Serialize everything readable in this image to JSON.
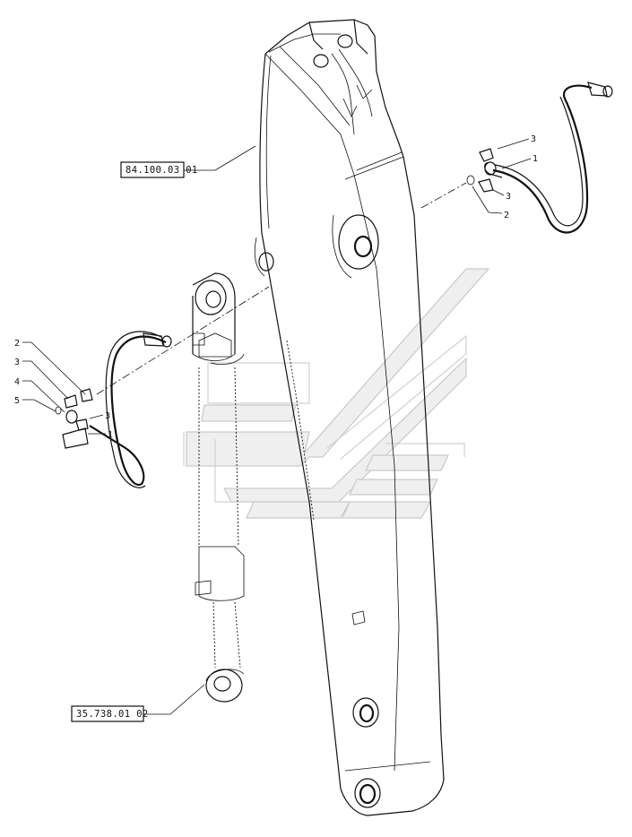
{
  "references": [
    {
      "id": "ref-boom",
      "text": "84.100.03 01"
    },
    {
      "id": "ref-cylinder",
      "text": "35.738.01 02"
    }
  ],
  "callouts_right": [
    {
      "id": "r-3a",
      "text": "3"
    },
    {
      "id": "r-1",
      "text": "1"
    },
    {
      "id": "r-3b",
      "text": "3"
    },
    {
      "id": "r-2",
      "text": "2"
    }
  ],
  "callouts_left": [
    {
      "id": "l-2",
      "text": "2"
    },
    {
      "id": "l-3a",
      "text": "3"
    },
    {
      "id": "l-4",
      "text": "4"
    },
    {
      "id": "l-5",
      "text": "5"
    },
    {
      "id": "l-3b",
      "text": "3"
    },
    {
      "id": "l-1",
      "text": "1"
    }
  ]
}
